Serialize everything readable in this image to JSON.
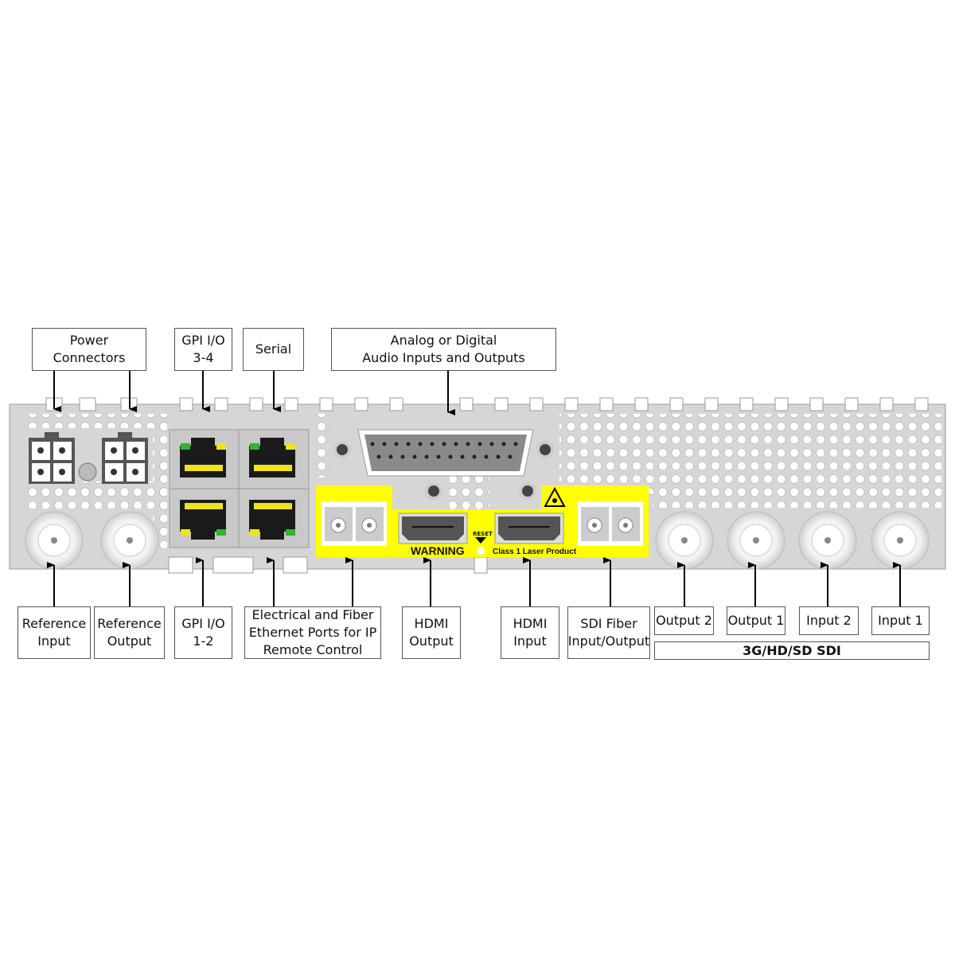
{
  "labels": {
    "power": "Power\nConnectors",
    "gpi34": "GPI I/O\n3-4",
    "serial": "Serial",
    "audio": "Analog or Digital\nAudio Inputs and Outputs",
    "ref_in": "Reference\nInput",
    "ref_out": "Reference\nOutput",
    "gpi12": "GPI I/O\n1-2",
    "ethernet": "Electrical and Fiber\nEthernet Ports for IP\nRemote Control",
    "hdmi_out": "HDMI\nOutput",
    "hdmi_in": "HDMI\nInput",
    "sdi_fiber": "SDI Fiber\nInput/Output",
    "output2": "Output 2",
    "output1": "Output 1",
    "input2": "Input 2",
    "input1": "Input 1",
    "sdi_group": "3G/HD/SD SDI"
  },
  "panel": {
    "warning": "WARNING",
    "laser": "Class 1 Laser Product",
    "reset": "RESET"
  },
  "colors": {
    "panel": "#d6d6d6",
    "warning_yellow": "#ffff00",
    "led_green": "#2fb52f",
    "led_yellow": "#f2e21a"
  }
}
